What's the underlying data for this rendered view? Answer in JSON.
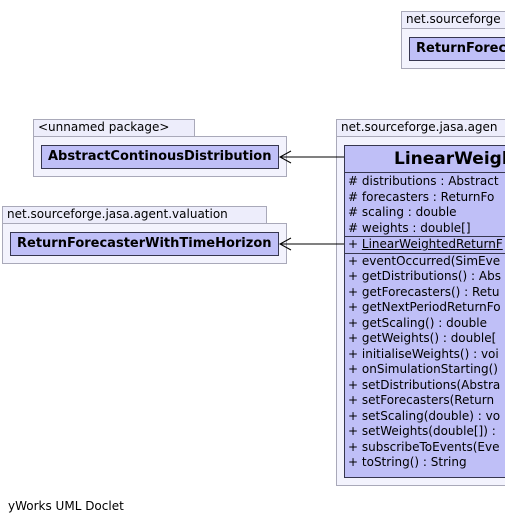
{
  "packages": {
    "top_right": {
      "name": "net.sourceforge",
      "class_name": "ReturnForec"
    },
    "unnamed": {
      "name": "<unnamed package>",
      "class_name": "AbstractContinousDistribution"
    },
    "valuation": {
      "name": "net.sourceforge.jasa.agent.valuation",
      "class_name": "ReturnForecasterWithTimeHorizon"
    },
    "agent": {
      "name": "net.sourceforge.jasa.agen"
    }
  },
  "main_class": {
    "name": "LinearWeigh",
    "attributes": [
      {
        "vis": "#",
        "text": "distributions : Abstract"
      },
      {
        "vis": "#",
        "text": "forecasters : ReturnFo"
      },
      {
        "vis": "#",
        "text": "scaling : double"
      },
      {
        "vis": "#",
        "text": "weights : double[]"
      }
    ],
    "constructor": {
      "vis": "+",
      "text": "LinearWeightedReturnF"
    },
    "methods": [
      {
        "vis": "+",
        "text": "eventOccurred(SimEve"
      },
      {
        "vis": "+",
        "text": "getDistributions() : Abs"
      },
      {
        "vis": "+",
        "text": "getForecasters() : Retu"
      },
      {
        "vis": "+",
        "text": "getNextPeriodReturnFo"
      },
      {
        "vis": "+",
        "text": "getScaling() : double"
      },
      {
        "vis": "+",
        "text": "getWeights() : double["
      },
      {
        "vis": "+",
        "text": "initialiseWeights() : voi"
      },
      {
        "vis": "+",
        "text": "onSimulationStarting()"
      },
      {
        "vis": "+",
        "text": "setDistributions(Abstra"
      },
      {
        "vis": "+",
        "text": "setForecasters(Return"
      },
      {
        "vis": "+",
        "text": "setScaling(double) : vo"
      },
      {
        "vis": "+",
        "text": "setWeights(double[]) :"
      },
      {
        "vis": "+",
        "text": "subscribeToEvents(Eve"
      },
      {
        "vis": "+",
        "text": "toString() : String"
      }
    ]
  },
  "footer": "yWorks UML Doclet",
  "colors": {
    "class_fill": "#bfbff7",
    "package_fill": "#f3f3fd",
    "package_tab": "#ededfb",
    "border": "#36364f"
  }
}
